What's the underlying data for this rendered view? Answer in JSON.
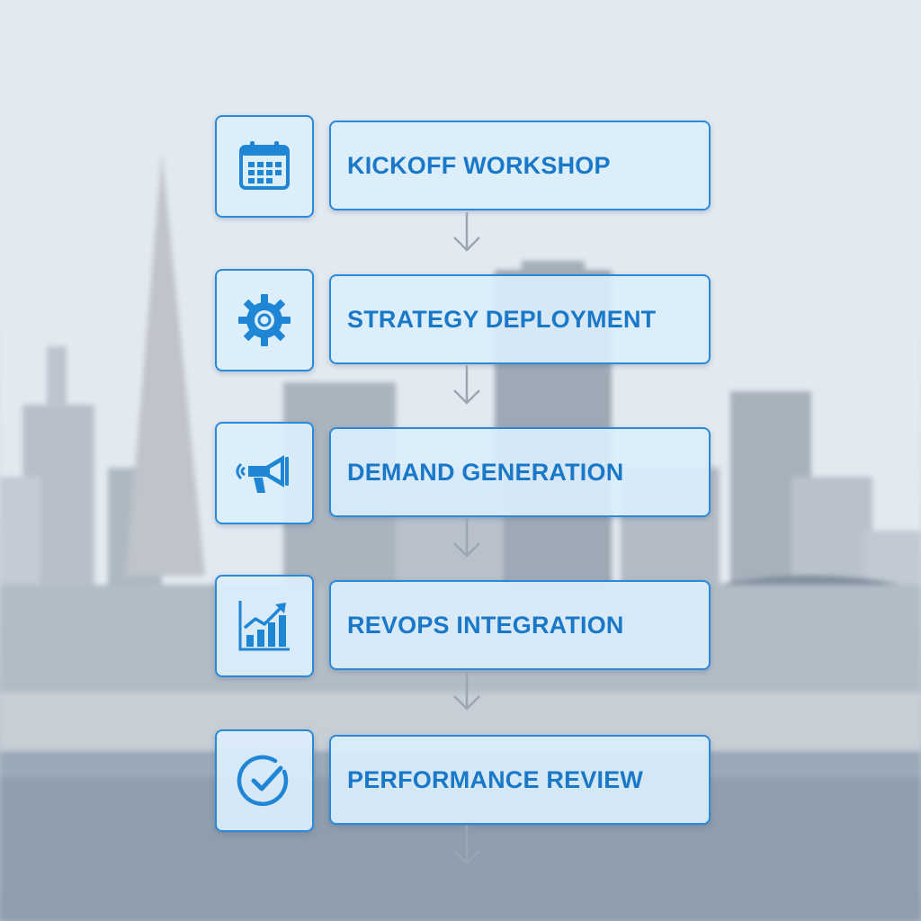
{
  "flow": {
    "steps": [
      {
        "label": "KICKOFF WORKSHOP",
        "icon": "calendar-icon"
      },
      {
        "label": "STRATEGY DEPLOYMENT",
        "icon": "gear-icon"
      },
      {
        "label": "DEMAND GENERATION",
        "icon": "megaphone-icon"
      },
      {
        "label": "REVOPS INTEGRATION",
        "icon": "growth-chart-icon"
      },
      {
        "label": "PERFORMANCE REVIEW",
        "icon": "checkmark-circle-icon"
      }
    ]
  },
  "colors": {
    "accent": "#2a8ad9",
    "text": "#1a78c9",
    "box_fill": "#dceefc",
    "connector": "#9aa6b2"
  }
}
